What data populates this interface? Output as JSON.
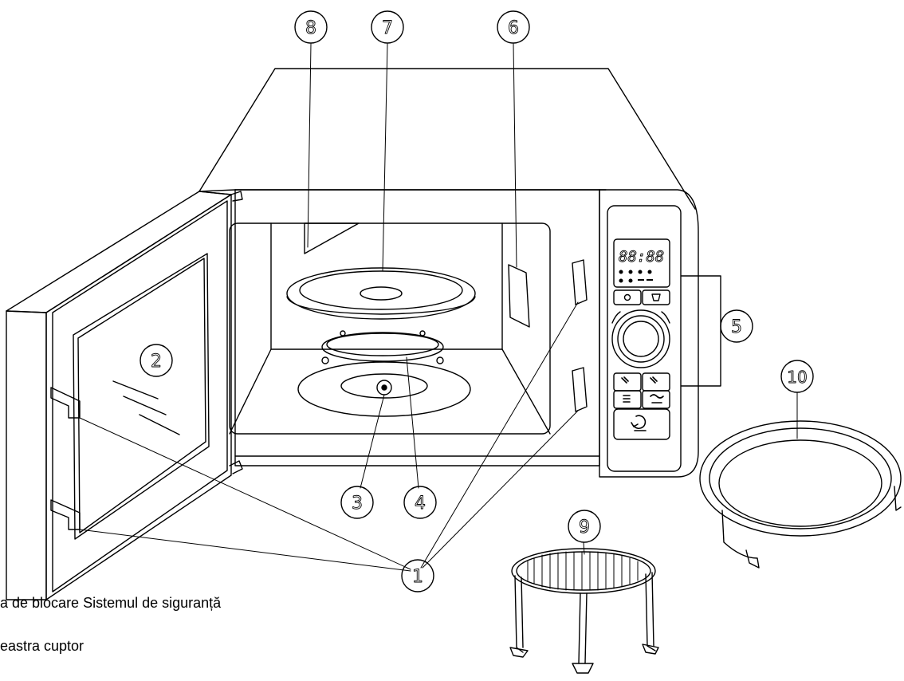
{
  "callouts": {
    "c1": "1",
    "c2": "2",
    "c3": "3",
    "c4": "4",
    "c5": "5",
    "c6": "6",
    "c7": "7",
    "c8": "8",
    "c9": "9",
    "c10": "10"
  },
  "captions": {
    "line1": "a de blocare Sistemul de siguranță",
    "line2": "eastra cuptor"
  },
  "control_panel": {
    "display": "88:88"
  },
  "colors": {
    "stroke": "#000000",
    "background": "#ffffff"
  }
}
